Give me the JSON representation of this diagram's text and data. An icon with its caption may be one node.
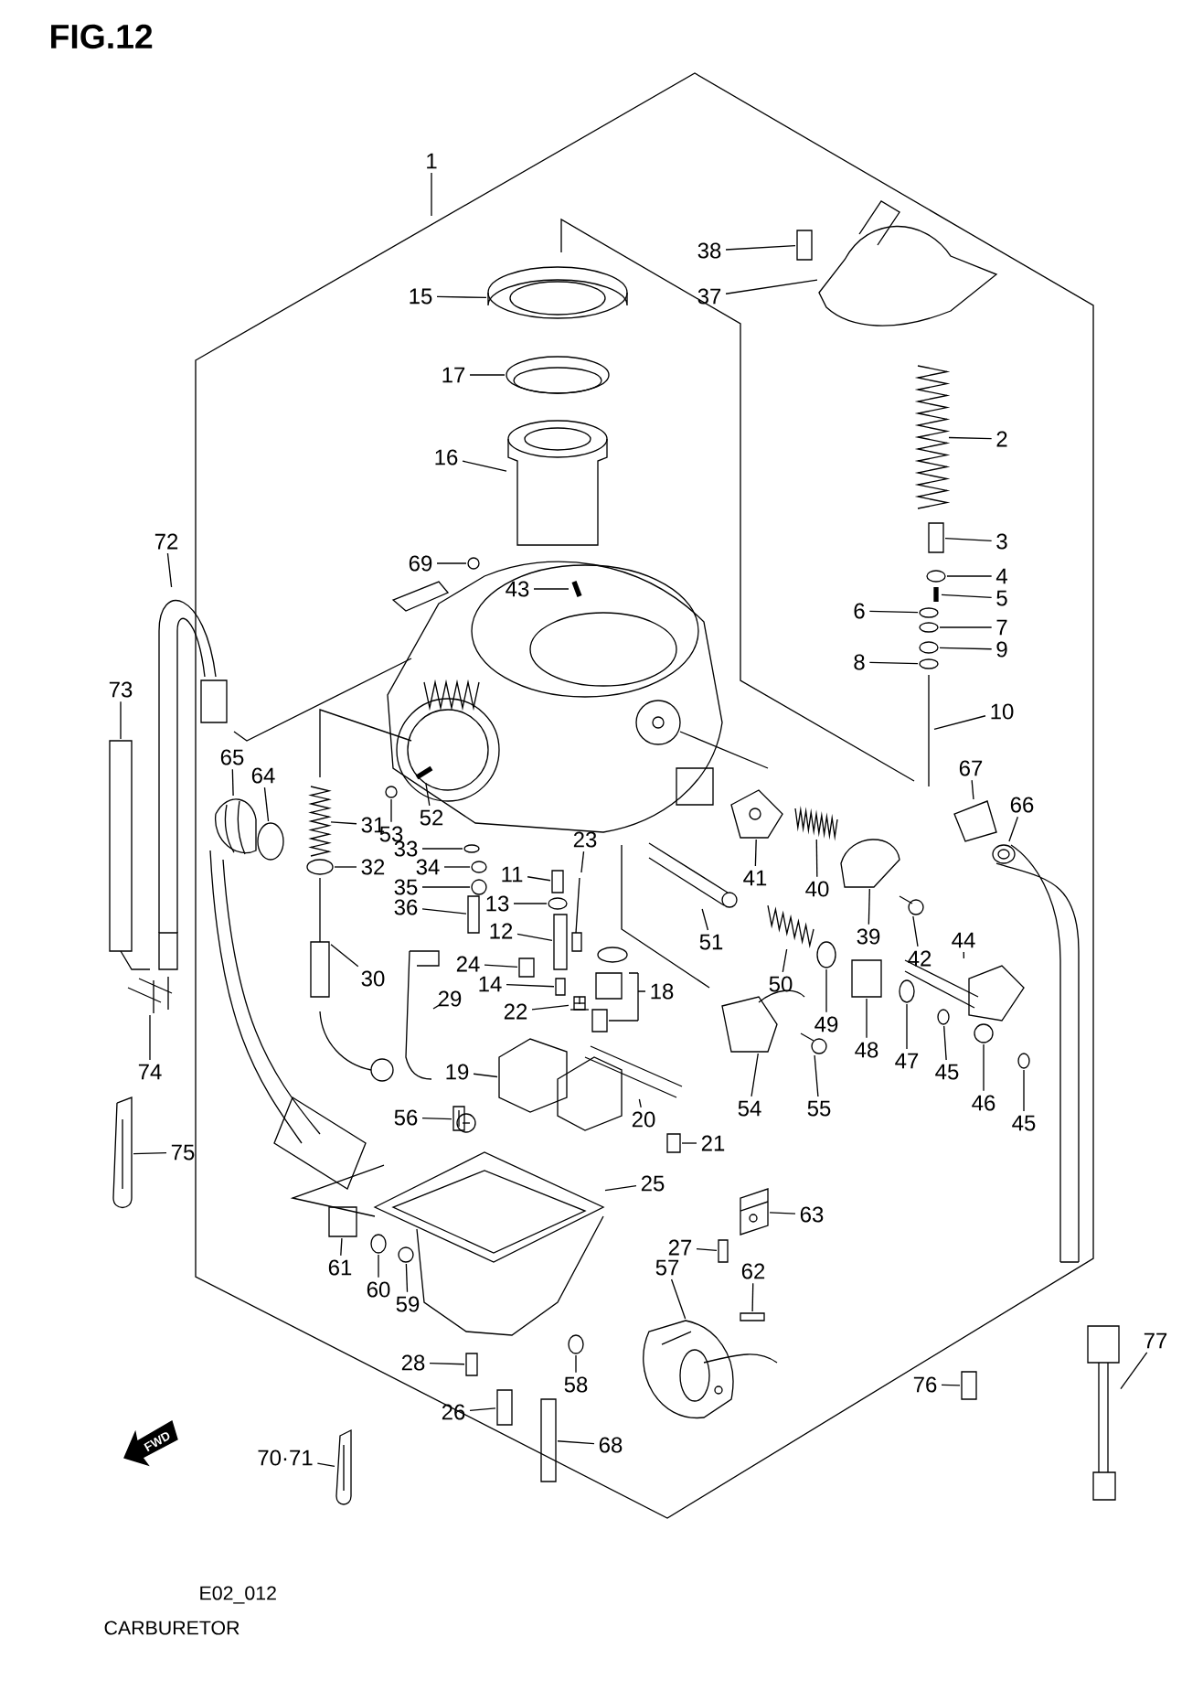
{
  "diagram": {
    "title": "FIG.12",
    "caption": "CARBURETOR",
    "nodes": [
      {
        "text": [
          "1"
        ]
      },
      {
        "text": [
          "15"
        ]
      },
      {
        "text": [
          "38"
        ]
      },
      {
        "text": [
          "37"
        ]
      },
      {
        "text": [
          "17"
        ]
      },
      {
        "text": [
          "2"
        ]
      },
      {
        "text": [
          "16"
        ]
      },
      {
        "text": [
          "3"
        ]
      },
      {
        "text": [
          "72"
        ]
      },
      {
        "text": [
          "69"
        ]
      },
      {
        "text": [
          "4"
        ]
      },
      {
        "text": [
          "43"
        ]
      },
      {
        "text": [
          "5"
        ]
      },
      {
        "text": [
          "6"
        ]
      },
      {
        "text": [
          "7"
        ]
      },
      {
        "text": [
          "9"
        ]
      },
      {
        "text": [
          "8"
        ]
      },
      {
        "text": [
          "73"
        ]
      },
      {
        "text": [
          "10"
        ]
      },
      {
        "text": [
          "65"
        ]
      },
      {
        "text": [
          "64"
        ]
      },
      {
        "text": [
          "31"
        ]
      },
      {
        "text": [
          "52"
        ]
      },
      {
        "text": [
          "67"
        ]
      },
      {
        "text": [
          "66"
        ]
      },
      {
        "text": [
          "53"
        ]
      },
      {
        "text": [
          "23"
        ]
      },
      {
        "text": [
          "33"
        ]
      },
      {
        "text": [
          "32"
        ]
      },
      {
        "text": [
          "34"
        ]
      },
      {
        "text": [
          "41"
        ]
      },
      {
        "text": [
          "11"
        ]
      },
      {
        "text": [
          "40"
        ]
      },
      {
        "text": [
          "35"
        ]
      },
      {
        "text": [
          "13"
        ]
      },
      {
        "text": [
          "36"
        ]
      },
      {
        "text": [
          "39"
        ]
      },
      {
        "text": [
          "12"
        ]
      },
      {
        "text": [
          "51"
        ]
      },
      {
        "text": [
          "44"
        ]
      },
      {
        "text": [
          "42"
        ]
      },
      {
        "text": [
          "24"
        ]
      },
      {
        "text": [
          "50"
        ]
      },
      {
        "text": [
          "30"
        ]
      },
      {
        "text": [
          "14"
        ]
      },
      {
        "text": [
          "18"
        ]
      },
      {
        "text": [
          "29"
        ]
      },
      {
        "text": [
          "22"
        ]
      },
      {
        "text": [
          "49"
        ]
      },
      {
        "text": [
          "48"
        ]
      },
      {
        "text": [
          "47"
        ]
      },
      {
        "text": [
          "45"
        ]
      },
      {
        "text": [
          "74"
        ]
      },
      {
        "text": [
          "19"
        ]
      },
      {
        "text": [
          "46"
        ]
      },
      {
        "text": [
          "54"
        ]
      },
      {
        "text": [
          "55"
        ]
      },
      {
        "text": [
          "56"
        ]
      },
      {
        "text": [
          "45"
        ]
      },
      {
        "text": [
          "20"
        ]
      },
      {
        "text": [
          "21"
        ]
      },
      {
        "text": [
          "75"
        ]
      },
      {
        "text": [
          "25"
        ]
      },
      {
        "text": [
          "63"
        ]
      },
      {
        "text": [
          "27"
        ]
      },
      {
        "text": [
          "61"
        ]
      },
      {
        "text": [
          "57"
        ]
      },
      {
        "text": [
          "62"
        ]
      },
      {
        "text": [
          "60"
        ]
      },
      {
        "text": [
          "59"
        ]
      },
      {
        "text": [
          "77"
        ]
      },
      {
        "text": [
          "28"
        ]
      },
      {
        "text": [
          "58"
        ]
      },
      {
        "text": [
          "76"
        ]
      },
      {
        "text": [
          "26"
        ]
      },
      {
        "text": [
          "68"
        ]
      },
      {
        "text": [
          "70·71"
        ]
      },
      {
        "text": [],
        "shape": "picture"
      },
      {
        "text": [],
        "shape": "box"
      },
      {
        "text": [],
        "shape": "picture"
      },
      {
        "text": [],
        "shape": "picture"
      },
      {
        "text": [],
        "shape": "picture"
      },
      {
        "text": [],
        "shape": "picture"
      },
      {
        "text": [],
        "shape": "box"
      },
      {
        "text": [],
        "shape": "picture"
      },
      {
        "text": [],
        "shape": "circle"
      },
      {
        "text": [],
        "shape": "ellipse"
      },
      {
        "text": [],
        "shape": "picture"
      },
      {
        "text": [],
        "shape": "picture"
      },
      {
        "text": [],
        "shape": "ellipse"
      },
      {
        "text": [],
        "shape": "ellipse"
      },
      {
        "text": [],
        "shape": "ellipse"
      },
      {
        "text": [],
        "shape": "ellipse"
      },
      {
        "text": [],
        "shape": "box"
      },
      {
        "text": [],
        "shape": "picture"
      },
      {
        "text": [],
        "shape": "picture"
      },
      {
        "text": [],
        "shape": "ellipse"
      },
      {
        "text": [],
        "shape": "picture"
      },
      {
        "text": [],
        "shape": "picture"
      },
      {
        "text": [],
        "shape": "picture"
      },
      {
        "text": [],
        "shape": "picture"
      },
      {
        "text": [],
        "shape": "circle"
      },
      {
        "text": [],
        "shape": "picture"
      },
      {
        "text": [],
        "shape": "ellipse"
      },
      {
        "text": [],
        "shape": "ellipse"
      },
      {
        "text": [],
        "shape": "ellipse"
      },
      {
        "text": [],
        "shape": "picture"
      },
      {
        "text": [],
        "shape": "box"
      },
      {
        "text": [],
        "shape": "picture"
      },
      {
        "text": [],
        "shape": "ellipse"
      },
      {
        "text": [],
        "shape": "ellipse"
      },
      {
        "text": [],
        "shape": "box"
      },
      {
        "text": [],
        "shape": "picture"
      },
      {
        "text": [],
        "shape": "box"
      },
      {
        "text": [],
        "shape": "picture"
      },
      {
        "text": [],
        "shape": "picture"
      },
      {
        "text": [],
        "shape": "picture"
      },
      {
        "text": [],
        "shape": "box"
      },
      {
        "text": [],
        "shape": "picture"
      },
      {
        "text": [],
        "shape": "picture"
      },
      {
        "text": [],
        "shape": "box"
      },
      {
        "text": [],
        "shape": "picture"
      },
      {
        "text": [],
        "shape": "box"
      },
      {
        "text": [],
        "shape": "picture"
      },
      {
        "text": [],
        "shape": "picture"
      },
      {
        "text": [],
        "shape": "ellipse"
      },
      {
        "text": [],
        "shape": "box"
      },
      {
        "text": [],
        "shape": "ellipse"
      },
      {
        "text": [],
        "shape": "ellipse"
      },
      {
        "text": [],
        "shape": "picture"
      },
      {
        "text": [],
        "shape": "picture"
      },
      {
        "text": [],
        "shape": "circle"
      },
      {
        "text": [],
        "shape": "picture"
      },
      {
        "text": [],
        "shape": "picture"
      },
      {
        "text": [],
        "shape": "picture"
      },
      {
        "text": [],
        "shape": "ellipse"
      },
      {
        "text": [],
        "shape": "picture"
      },
      {
        "text": [],
        "shape": "box"
      },
      {
        "text": [],
        "shape": "picture"
      },
      {
        "text": [],
        "shape": "picture"
      },
      {
        "text": [],
        "shape": "picture"
      },
      {
        "text": [],
        "shape": "box"
      },
      {
        "text": [],
        "shape": "box"
      },
      {
        "text": [],
        "shape": "picture"
      },
      {
        "text": [],
        "shape": "box"
      },
      {
        "text": [],
        "shape": "ellipse"
      },
      {
        "text": [],
        "shape": "circle"
      },
      {
        "text": [],
        "shape": "picture"
      },
      {
        "text": [],
        "shape": "box"
      },
      {
        "text": [],
        "shape": "ellipse"
      },
      {
        "text": [],
        "shape": "box"
      },
      {
        "text": [],
        "shape": "box"
      },
      {
        "text": [],
        "shape": "box"
      },
      {
        "text": [],
        "shape": "picture"
      }
    ],
    "edges": [
      {
        "from": 0,
        "to": null,
        "arrow": "none"
      },
      {
        "from": 1,
        "to": 77,
        "arrow": "none"
      },
      {
        "from": 2,
        "to": 78,
        "arrow": "none"
      },
      {
        "from": 3,
        "to": 79,
        "arrow": "none"
      },
      {
        "from": 4,
        "to": 80,
        "arrow": "none"
      },
      {
        "from": 5,
        "to": 81,
        "arrow": "none"
      },
      {
        "from": 6,
        "to": 82,
        "arrow": "none"
      },
      {
        "from": 7,
        "to": 83,
        "arrow": "none"
      },
      {
        "from": 8,
        "to": 84,
        "arrow": "none"
      },
      {
        "from": 9,
        "to": 85,
        "arrow": "none"
      },
      {
        "from": 10,
        "to": 86,
        "arrow": "none"
      },
      {
        "from": 11,
        "to": 87,
        "arrow": "none"
      },
      {
        "from": 12,
        "to": 88,
        "arrow": "none"
      },
      {
        "from": 13,
        "to": 89,
        "arrow": "none"
      },
      {
        "from": 14,
        "to": 90,
        "arrow": "none"
      },
      {
        "from": 15,
        "to": 91,
        "arrow": "none"
      },
      {
        "from": 16,
        "to": 92,
        "arrow": "none"
      },
      {
        "from": 17,
        "to": 93,
        "arrow": "none"
      },
      {
        "from": 18,
        "to": 94,
        "arrow": "none"
      },
      {
        "from": 19,
        "to": 95,
        "arrow": "none"
      },
      {
        "from": 20,
        "to": 96,
        "arrow": "none"
      },
      {
        "from": 21,
        "to": 97,
        "arrow": "none"
      },
      {
        "from": 22,
        "to": 98,
        "arrow": "none"
      },
      {
        "from": 23,
        "to": 99,
        "arrow": "none"
      },
      {
        "from": 24,
        "to": 100,
        "arrow": "none"
      },
      {
        "from": 25,
        "to": 101,
        "arrow": "none"
      },
      {
        "from": 26,
        "to": 102,
        "arrow": "none"
      },
      {
        "from": 27,
        "to": 103,
        "arrow": "none"
      },
      {
        "from": 28,
        "to": 104,
        "arrow": "none"
      },
      {
        "from": 29,
        "to": 105,
        "arrow": "none"
      },
      {
        "from": 30,
        "to": 106,
        "arrow": "none"
      },
      {
        "from": 31,
        "to": 107,
        "arrow": "none"
      },
      {
        "from": 32,
        "to": 108,
        "arrow": "none"
      },
      {
        "from": 33,
        "to": 109,
        "arrow": "none"
      },
      {
        "from": 34,
        "to": 110,
        "arrow": "none"
      },
      {
        "from": 35,
        "to": 111,
        "arrow": "none"
      },
      {
        "from": 36,
        "to": 112,
        "arrow": "none"
      },
      {
        "from": 37,
        "to": 113,
        "arrow": "none"
      },
      {
        "from": 38,
        "to": 114,
        "arrow": "none"
      },
      {
        "from": 39,
        "to": 115,
        "arrow": "none"
      },
      {
        "from": 40,
        "to": 116,
        "arrow": "none"
      },
      {
        "from": 41,
        "to": 117,
        "arrow": "none"
      },
      {
        "from": 42,
        "to": 118,
        "arrow": "none"
      },
      {
        "from": 43,
        "to": 119,
        "arrow": "none"
      },
      {
        "from": 44,
        "to": 120,
        "arrow": "none"
      },
      {
        "from": 45,
        "to": 121,
        "arrow": "none"
      },
      {
        "from": 45,
        "to": 122,
        "arrow": "none"
      },
      {
        "from": 46,
        "to": 123,
        "arrow": "none"
      },
      {
        "from": 47,
        "to": 124,
        "arrow": "none"
      },
      {
        "from": 48,
        "to": 125,
        "arrow": "none"
      },
      {
        "from": 49,
        "to": 126,
        "arrow": "none"
      },
      {
        "from": 50,
        "to": 127,
        "arrow": "none"
      },
      {
        "from": 51,
        "to": 128,
        "arrow": "none"
      },
      {
        "from": 52,
        "to": 129,
        "arrow": "none"
      },
      {
        "from": 53,
        "to": 130,
        "arrow": "none"
      },
      {
        "from": 54,
        "to": 131,
        "arrow": "none"
      },
      {
        "from": 55,
        "to": 132,
        "arrow": "none"
      },
      {
        "from": 56,
        "to": 133,
        "arrow": "none"
      },
      {
        "from": 57,
        "to": 134,
        "arrow": "none"
      },
      {
        "from": 58,
        "to": 135,
        "arrow": "none"
      },
      {
        "from": 59,
        "to": 136,
        "arrow": "none"
      },
      {
        "from": 60,
        "to": 137,
        "arrow": "none"
      },
      {
        "from": 61,
        "to": 138,
        "arrow": "none"
      },
      {
        "from": 62,
        "to": 139,
        "arrow": "none"
      },
      {
        "from": 63,
        "to": 140,
        "arrow": "none"
      },
      {
        "from": 64,
        "to": 141,
        "arrow": "none"
      },
      {
        "from": 65,
        "to": 142,
        "arrow": "none"
      },
      {
        "from": 66,
        "to": 143,
        "arrow": "none"
      },
      {
        "from": 67,
        "to": 144,
        "arrow": "none"
      },
      {
        "from": 68,
        "to": 145,
        "arrow": "none"
      },
      {
        "from": 69,
        "to": 146,
        "arrow": "none"
      },
      {
        "from": 70,
        "to": 147,
        "arrow": "none"
      },
      {
        "from": 71,
        "to": 148,
        "arrow": "none"
      },
      {
        "from": 72,
        "to": 149,
        "arrow": "none"
      },
      {
        "from": 73,
        "to": 150,
        "arrow": "none"
      },
      {
        "from": 74,
        "to": 151,
        "arrow": "none"
      },
      {
        "from": 75,
        "to": 152,
        "arrow": "none"
      },
      {
        "from": 76,
        "to": 153,
        "arrow": "none"
      }
    ],
    "labels": [
      "FWD",
      "E02_012"
    ]
  }
}
